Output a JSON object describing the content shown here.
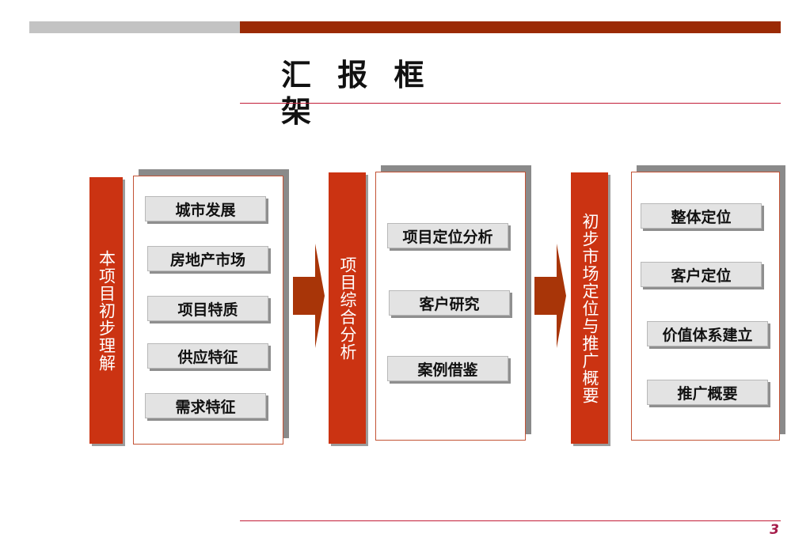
{
  "slide": {
    "title": "汇 报 框 架",
    "page_number": "3"
  },
  "colors": {
    "accent_red": "#cb3312",
    "dark_red": "#9b2a05",
    "arrow_red": "#a83508",
    "rule_red": "#c21d38",
    "gray_bar": "#c3c3c3",
    "item_bg": "#e3e3e3"
  },
  "sections": [
    {
      "label": "本项目初步理解",
      "items": [
        "城市发展",
        "房地产市场",
        "项目特质",
        "供应特征",
        "需求特征"
      ]
    },
    {
      "label": "项目综合分析",
      "items": [
        "项目定位分析",
        "客户研究",
        "案例借鉴"
      ]
    },
    {
      "label": "初步市场定位与推广概要",
      "items": [
        "整体定位",
        "客户定位",
        "价值体系建立",
        "推广概要"
      ]
    }
  ],
  "connectors": [
    "arrow-right-icon",
    "arrow-right-icon"
  ]
}
